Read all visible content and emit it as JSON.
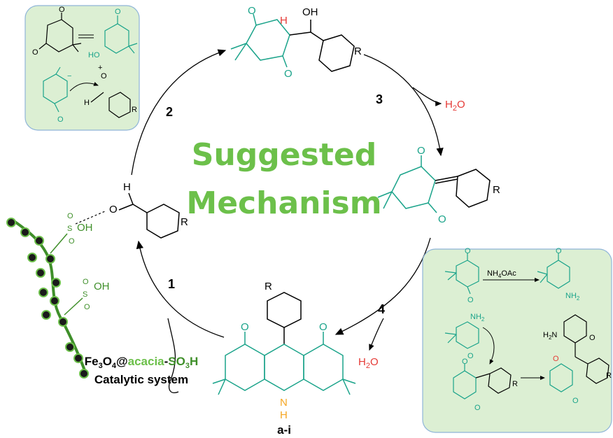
{
  "title": {
    "line1": "Suggested",
    "line2": "Mechanism"
  },
  "steps": {
    "s1": "1",
    "s2": "2",
    "s3": "3",
    "s4": "4"
  },
  "byproducts": {
    "water_3": "H",
    "water_3_sub": "2",
    "water_3_end": "O",
    "water_4": "H",
    "water_4_sub": "2",
    "water_4_end": "O"
  },
  "catalyst": {
    "prefix": "Fe",
    "sub3": "3",
    "o": "O",
    "sub4": "4",
    "at": "@",
    "acacia": "acacia",
    "dash": "-",
    "so": "SO",
    "sub3b": "3",
    "h": "H",
    "line2": "Catalytic system"
  },
  "product_label": "a-i",
  "atoms": {
    "O": "O",
    "OH": "OH",
    "H": "H",
    "R": "R",
    "N": "N",
    "HO": "HO",
    "S": "S",
    "NH2": "NH",
    "NH2_sub": "2",
    "H2N": "H",
    "H2N_sub": "2",
    "H2N_end": "N",
    "reagent": "NH",
    "reagent_sub": "4",
    "reagent_end": "OAc",
    "plus": "+",
    "minus": "−"
  },
  "colors": {
    "title": "#6cc04a",
    "teal": "#1aa38a",
    "red": "#e53935",
    "orange": "#f5a623",
    "green_dark": "#3f8f2a",
    "box_fill": "#dcefd3",
    "box_stroke": "#8fb5d8"
  }
}
